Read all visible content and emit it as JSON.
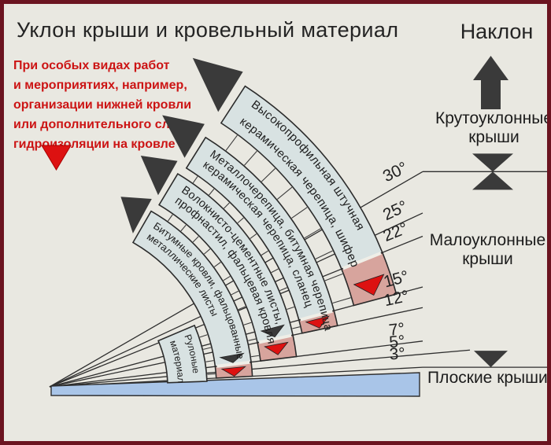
{
  "title": "Уклон крыши и кровельный материал",
  "slope_header": "Наклон",
  "note": {
    "lines": [
      "При особых видах работ",
      "и мероприятиях, например,",
      "организации нижней кровли",
      "или дополнительного слоя",
      "гидроизоляции на кровле"
    ]
  },
  "roof_types": {
    "steep": {
      "line1": "Крутоуклонные",
      "line2": "крыши"
    },
    "low": {
      "line1": "Малоуклонные",
      "line2": "крыши"
    },
    "flat": {
      "label": "Плоские крыши"
    }
  },
  "degree_scale": [
    {
      "deg": 30,
      "label": "30°"
    },
    {
      "deg": 25,
      "label": "25°"
    },
    {
      "deg": 22,
      "label": "22°"
    },
    {
      "deg": 15,
      "label": "15°"
    },
    {
      "deg": 12,
      "label": "12°"
    },
    {
      "deg": 7,
      "label": "7°"
    },
    {
      "deg": 5,
      "label": "5°"
    },
    {
      "deg": 3,
      "label": "3°"
    }
  ],
  "bands": [
    {
      "id": "band-high-profile-ceramic",
      "line1": "Высокопрофильная штучная",
      "line2": "керамическая черепица, шифер",
      "min_angle_deg": 22,
      "special_min_angle_deg": 15
    },
    {
      "id": "band-metal-tile",
      "line1": "Металлочерепица, битумная черепица",
      "line2": "керамическая черепица, сланец",
      "min_angle_deg": 15,
      "special_min_angle_deg": 12
    },
    {
      "id": "band-fiber-cement",
      "line1": "Волокнисто-цементные листы,",
      "line2": "профнастил, фальцевая кровля",
      "min_angle_deg": 12,
      "special_min_angle_deg": 7
    },
    {
      "id": "band-bitumen-roll",
      "line1": "Битумные кровли, фальцованные",
      "line2": "металлические листы",
      "min_angle_deg": 7,
      "special_min_angle_deg": 3
    },
    {
      "id": "band-roll-materials",
      "line1": "Рулоные",
      "line2": "материалы",
      "min_angle_deg": 2,
      "special_min_angle_deg": null
    }
  ],
  "colors": {
    "background": "#e9e8e1",
    "frame_border": "#6b1420",
    "band_fill": "#d8e2e2",
    "special_zone_fill": "#d7a49d",
    "flat_roof_fill": "#a9c5e8",
    "marker_dark": "#3a3a3a",
    "marker_red": "#dd1111",
    "line": "#2e2e2e",
    "text_dark": "#242424",
    "note_red": "#cc1414"
  }
}
